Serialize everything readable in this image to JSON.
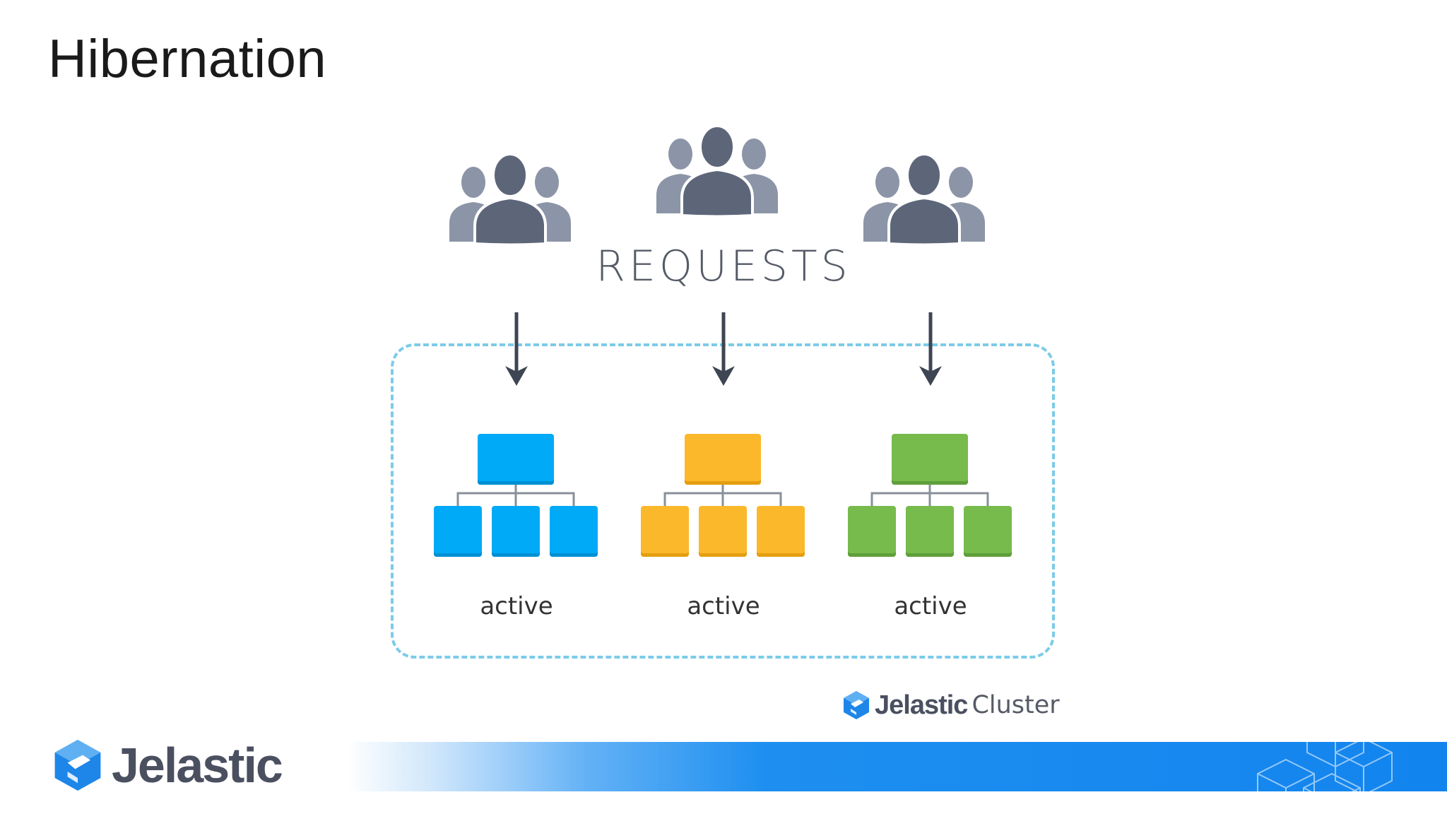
{
  "slide": {
    "title": "Hibernation"
  },
  "requests": {
    "label": "REQUESTS"
  },
  "groups": [
    {
      "state": "active",
      "color": "#00aaf7",
      "shade": "#0090d4"
    },
    {
      "state": "active",
      "color": "#fcb82b",
      "shade": "#e59e10"
    },
    {
      "state": "active",
      "color": "#76bb4c",
      "shade": "#5f9f3a"
    }
  ],
  "cluster": {
    "brand": "Jelastic",
    "suffix": "Cluster"
  },
  "footer": {
    "brand": "Jelastic"
  },
  "colors": {
    "user_dark": "#5d6679",
    "user_light": "#8c95a7",
    "arrow": "#3e4553",
    "dashed_border": "#7ccbe8",
    "brand_blue": "#1e86e8",
    "connector": "#8a9099"
  },
  "icons": [
    "users-icon",
    "down-arrow-icon",
    "jelastic-logo-icon"
  ]
}
